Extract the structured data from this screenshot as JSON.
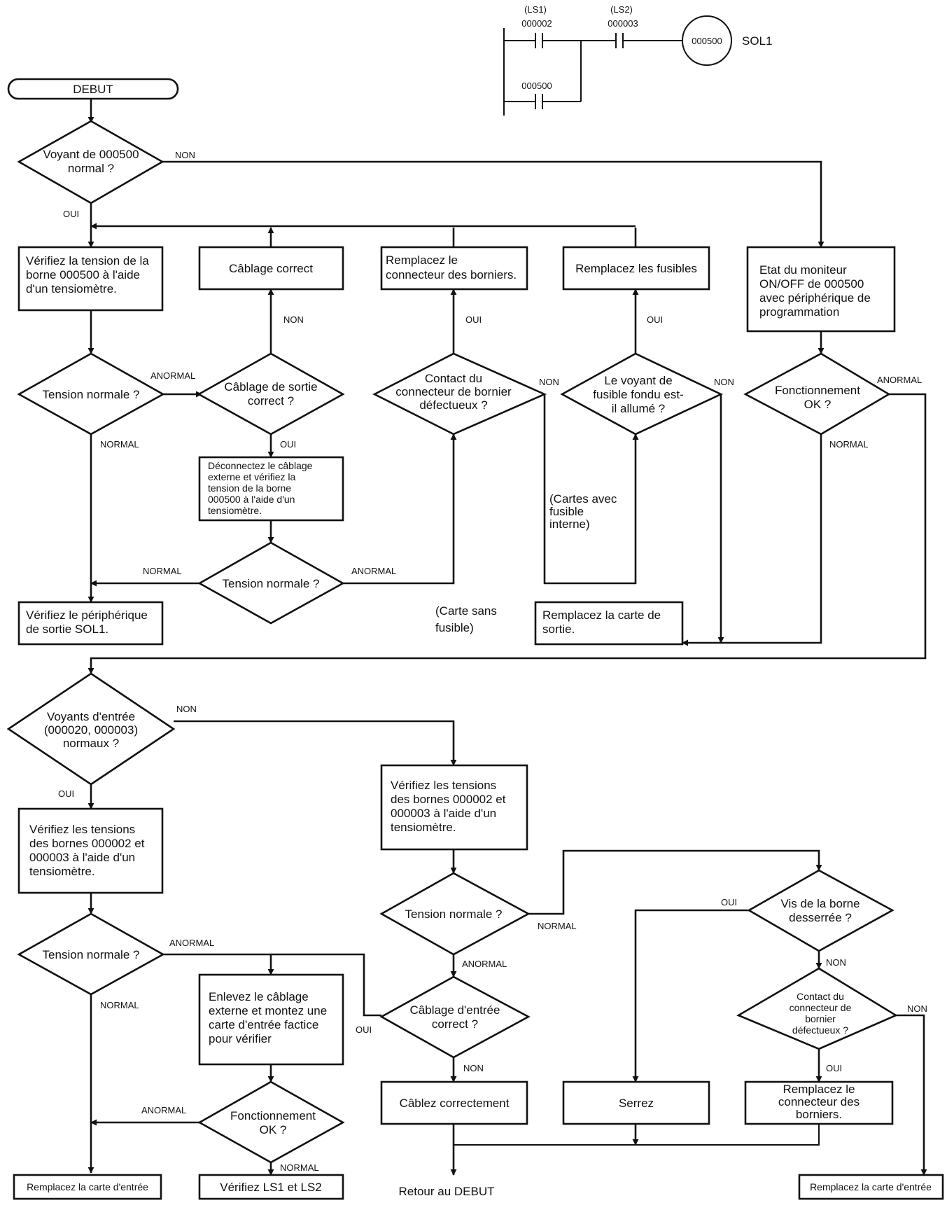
{
  "ladder": {
    "ls1": "(LS1)",
    "ls2": "(LS2)",
    "c1": "000002",
    "c2": "000003",
    "c3": "000500",
    "coil": "000500",
    "sol": "SOL1"
  },
  "labels": {
    "oui": "OUI",
    "non": "NON",
    "normal": "NORMAL",
    "anormal": "ANORMAL"
  },
  "nodes": {
    "start": "DEBUT",
    "d1": [
      "Voyant de 000500",
      "normal ?"
    ],
    "b_tension": [
      "Vérifiez la tension de la",
      "borne 000500 à l'aide",
      "d'un tensiomètre."
    ],
    "b_cablage": "Câblage correct",
    "b_remp_conn": [
      "Remplacez le",
      "connecteur des borniers."
    ],
    "b_fusibles": "Remplacez les fusibles",
    "b_moniteur": [
      "Etat du moniteur",
      "ON/OFF de 000500",
      "avec périphérique de",
      "programmation"
    ],
    "d_tension1": "Tension normale ?",
    "d_cabl_sortie": [
      "Câblage de sortie",
      "correct ?"
    ],
    "d_contact1": [
      "Contact du",
      "connecteur de bornier",
      "défectueux ?"
    ],
    "d_voyant_fus": [
      "Le voyant de",
      "fusible fondu est-",
      "il allumé ?"
    ],
    "d_fonct1": [
      "Fonctionnement",
      "OK ?"
    ],
    "b_deconnect": [
      "Déconnectez le câblage",
      "externe et vérifiez la",
      "tension de la borne",
      "000500 à l'aide d'un",
      "tensiomètre."
    ],
    "note_cartes": [
      "(Cartes avec",
      "fusible",
      "interne)"
    ],
    "d_tension2": "Tension normale ?",
    "b_verif_sol": [
      "Vérifiez le périphérique",
      "de sortie SOL1."
    ],
    "note_carte_sans": [
      "(Carte sans",
      "fusible)"
    ],
    "b_remp_sortie": [
      "Remplacez la carte de",
      "sortie."
    ],
    "d_voyants_entree": [
      "Voyants d'entrée",
      "(000020, 000003)",
      "normaux ?"
    ],
    "b_tensions_l": [
      "Vérifiez les tensions",
      "des bornes 000002 et",
      "000003 à l'aide d'un",
      "tensiomètre."
    ],
    "b_tensions_m": [
      "Vérifiez les tensions",
      "des bornes 000002 et",
      "000003 à l'aide d'un",
      "tensiomètre."
    ],
    "d_tension3": "Tension normale ?",
    "d_tension4": "Tension normale ?",
    "d_vis": [
      "Vis de la borne",
      "desserrée ?"
    ],
    "b_enlevez": [
      "Enlevez le câblage",
      "externe et montez une",
      "carte d'entrée factice",
      "pour vérifier"
    ],
    "d_cabl_entree": [
      "Câblage d'entrée",
      "correct ?"
    ],
    "d_contact2": [
      "Contact du",
      "connecteur de",
      "bornier",
      "défectueux ?"
    ],
    "d_fonct2": [
      "Fonctionnement",
      "OK ?"
    ],
    "b_cablez": "Câblez correctement",
    "b_serrez": "Serrez",
    "b_remp_conn2": [
      "Remplacez le",
      "connecteur des",
      "borniers."
    ],
    "b_remp_entree_l": "Remplacez la carte d'entrée",
    "b_verif_ls": "Vérifiez LS1 et LS2",
    "retour": "Retour au DEBUT",
    "b_remp_entree_r": "Remplacez la carte d'entrée"
  }
}
